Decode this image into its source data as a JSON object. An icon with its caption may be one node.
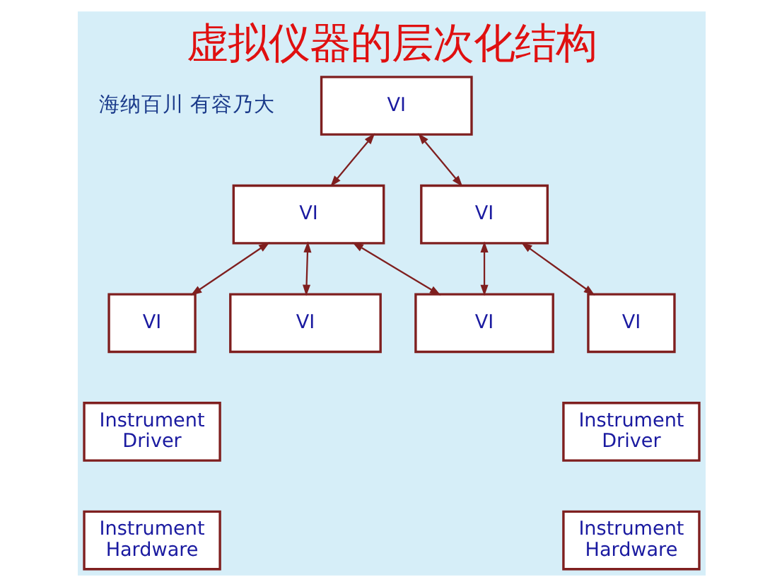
{
  "diagram": {
    "title": "虚拟仪器的层次化结构",
    "nodes": [
      {
        "text": [
          "VI"
        ]
      },
      {
        "text": [
          "VI"
        ]
      },
      {
        "text": [
          "VI"
        ]
      },
      {
        "text": [
          "VI"
        ]
      },
      {
        "text": [
          "Instrument Driver"
        ]
      },
      {
        "text": [
          "Instrument Hardware"
        ]
      },
      {
        "text": [
          "VI"
        ]
      },
      {
        "text": [
          "VI"
        ]
      },
      {
        "text": [
          "VI"
        ]
      },
      {
        "text": [
          "Instrument Driver"
        ]
      },
      {
        "text": [
          "Instrument Hardware"
        ]
      }
    ],
    "edges": [
      {
        "from": 0,
        "to": 1,
        "arrow": "both"
      },
      {
        "from": 0,
        "to": 2,
        "arrow": "both"
      },
      {
        "from": 1,
        "to": 3,
        "arrow": "both"
      },
      {
        "from": 1,
        "to": 6,
        "arrow": "both"
      },
      {
        "from": 1,
        "to": 7,
        "arrow": "both"
      },
      {
        "from": 2,
        "to": 7,
        "arrow": "both"
      },
      {
        "from": 2,
        "to": 8,
        "arrow": "both"
      }
    ],
    "labels": [
      "海纳百川 有容乃大"
    ]
  }
}
